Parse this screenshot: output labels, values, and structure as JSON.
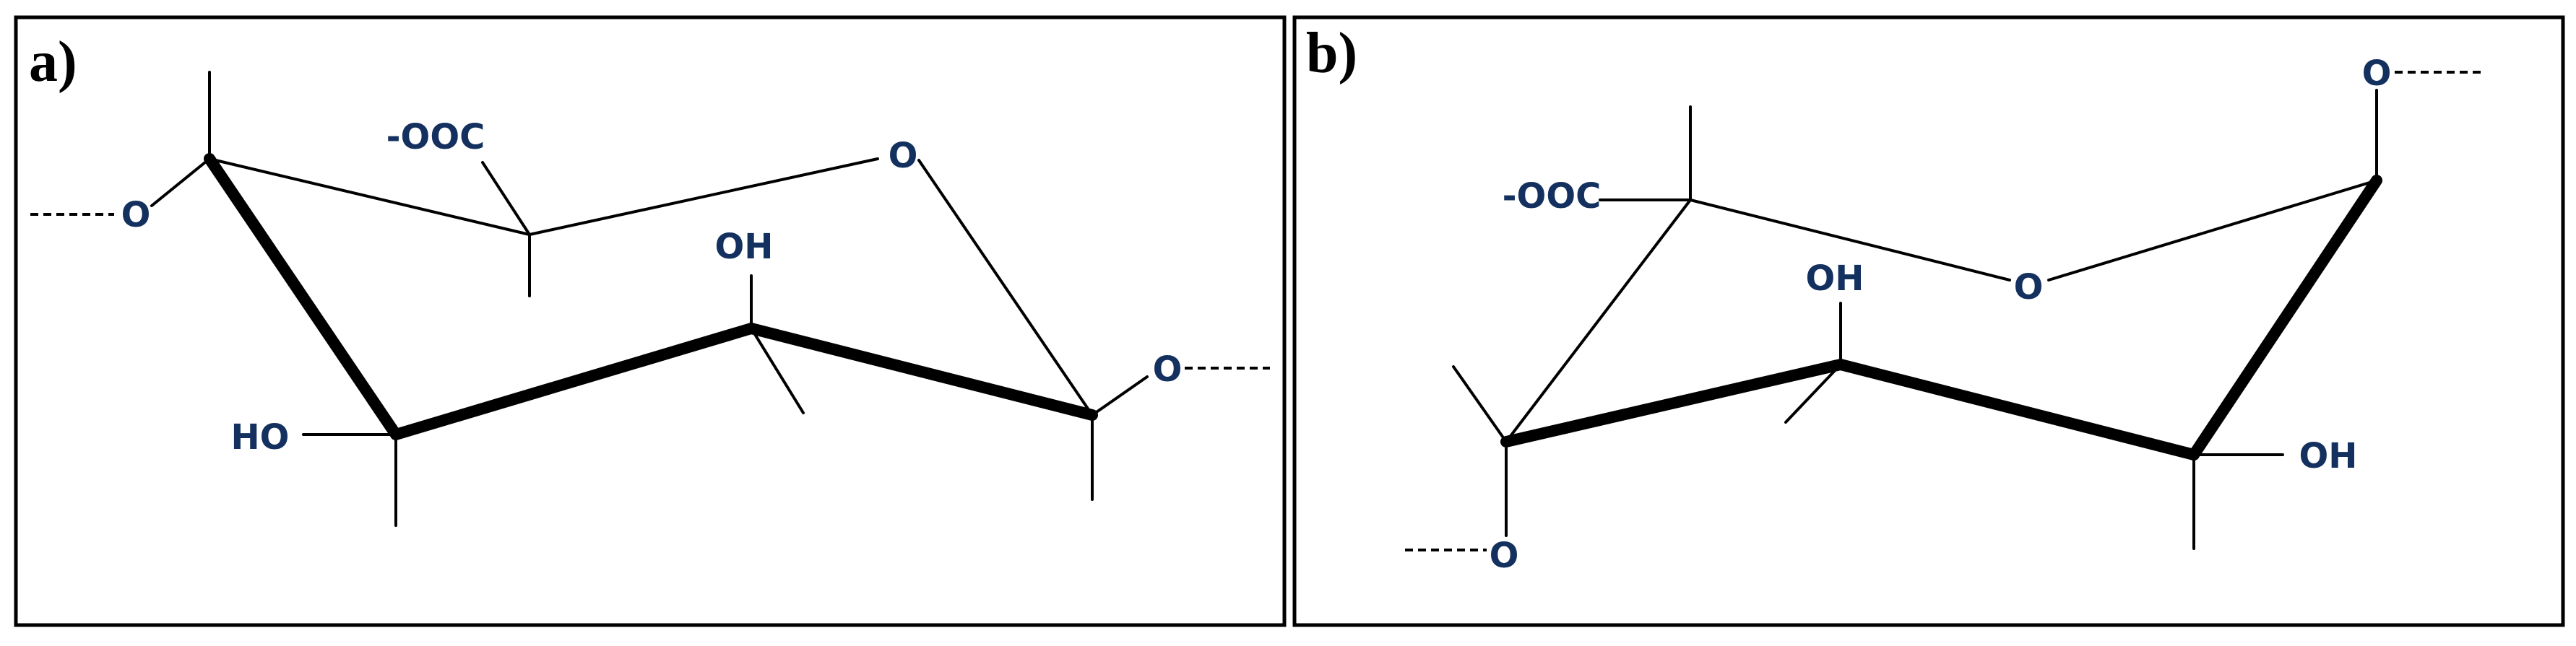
{
  "colors": {
    "atom_label": "#14305f",
    "bond": "#000000",
    "frame": "#000000"
  },
  "panel_a": {
    "label": "a)",
    "atoms": {
      "link_o_left": "O",
      "ring_o": "O",
      "link_o_right": "O",
      "carboxylate": "-OOC",
      "hydroxyl_top": "OH",
      "hydroxyl_left": "HO"
    }
  },
  "panel_b": {
    "label": "b)",
    "atoms": {
      "link_o_top": "O",
      "ring_o": "O",
      "link_o_bottom": "O",
      "carboxylate": "-OOC",
      "hydroxyl_top": "OH",
      "hydroxyl_right": "OH"
    }
  }
}
